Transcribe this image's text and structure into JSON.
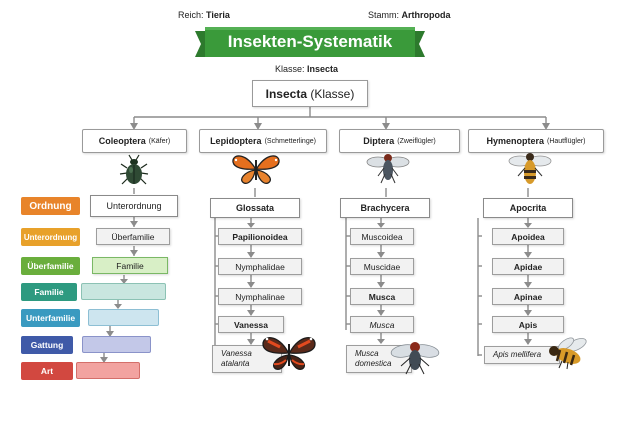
{
  "header": {
    "reich_label": "Reich:",
    "reich_value": "Tieria",
    "stamm_label": "Stamm:",
    "stamm_value": "Arthropoda",
    "banner_title": "Insekten-Systematik",
    "klasse_label": "Klasse:",
    "klasse_value": "Insecta"
  },
  "root": {
    "name": "Insecta",
    "rank": "(Klasse)"
  },
  "orders": [
    {
      "name": "Coleoptera",
      "de": "(Käfer)"
    },
    {
      "name": "Lepidoptera",
      "de": "(Schmetterlinge)"
    },
    {
      "name": "Diptera",
      "de": "(Zweiflügler)"
    },
    {
      "name": "Hymenoptera",
      "de": "(Hautflügler)"
    }
  ],
  "coleoptera_chain": [
    "Unterordnung",
    "Überfamilie",
    "Familie"
  ],
  "lepidoptera_chain": {
    "sub": "Glossata",
    "items": [
      "Papilionoidea",
      "Nymphalidae",
      "Nymphalinae",
      "Vanessa"
    ],
    "species": [
      "Vanessa",
      "atalanta"
    ]
  },
  "diptera_chain": {
    "sub": "Brachycera",
    "items": [
      "Muscoidea",
      "Muscidae",
      "Musca",
      "Musca"
    ],
    "species": [
      "Musca",
      "domestica"
    ]
  },
  "hymenoptera_chain": {
    "sub": "Apocrita",
    "items": [
      "Apoidea",
      "Apidae",
      "Apinae",
      "Apis"
    ],
    "species": [
      "Apis mellifera"
    ]
  },
  "legend": [
    {
      "label": "Ordnung",
      "color": "#e8842a"
    },
    {
      "label": "Unterordnung",
      "color": "#e8a12a"
    },
    {
      "label": "Überfamilie",
      "color": "#6aae3c"
    },
    {
      "label": "Familie",
      "color": "#2e9a80"
    },
    {
      "label": "Unterfamilie",
      "color": "#3a9ac0"
    },
    {
      "label": "Gattung",
      "color": "#3f5aa8"
    },
    {
      "label": "Art",
      "color": "#d24840"
    }
  ],
  "colors": {
    "banner_green": "#3a9a3a",
    "lightgreen_box": "#d8efc6",
    "teal_box": "#c9e6df",
    "blue_box": "#cde5ef",
    "indigo_box": "#c3c8e8",
    "red_box": "#f2a3a0"
  }
}
